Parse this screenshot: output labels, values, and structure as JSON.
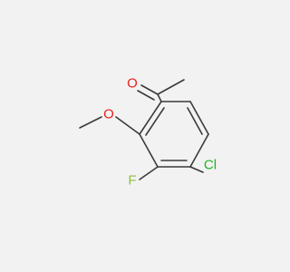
{
  "molecule": {
    "atoms": {
      "oxygen_carbonyl": {
        "label": "O",
        "color": "#e8201a"
      },
      "oxygen_methoxy": {
        "label": "O",
        "color": "#e8201a"
      },
      "fluorine": {
        "label": "F",
        "color": "#8fbf3f"
      },
      "chlorine": {
        "label": "Cl",
        "color": "#22b21f"
      }
    },
    "bond_color": "#3a3a3a",
    "background": "#f2f2f2"
  }
}
